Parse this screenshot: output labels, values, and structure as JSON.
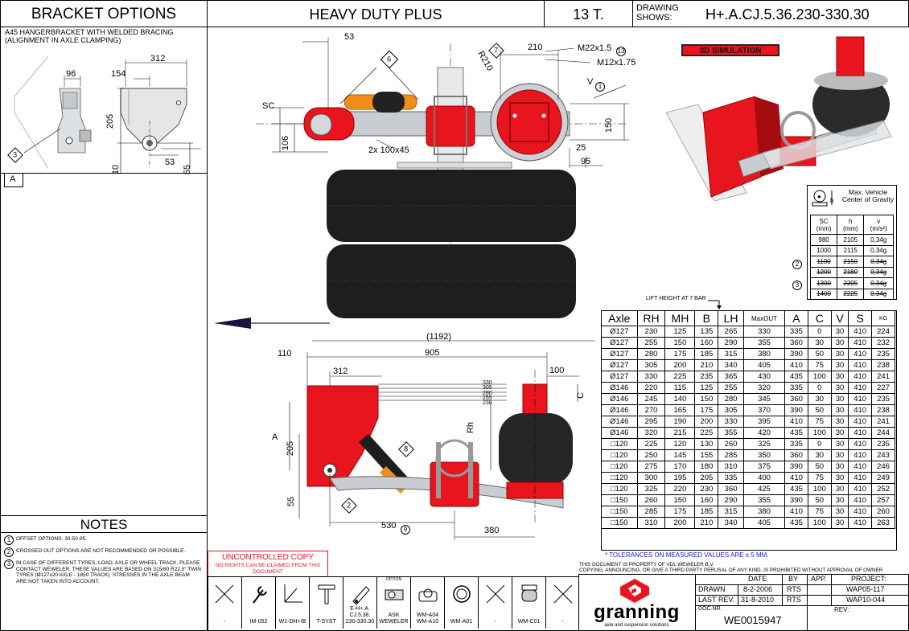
{
  "title_block": {
    "bracket_options": "BRACKET OPTIONS",
    "model": "HEAVY DUTY PLUS",
    "capacity": "13 T.",
    "drawing_shows_label": "DRAWING SHOWS:",
    "drawing_code": "H+.A.CJ.5.36.230-330.30"
  },
  "bracket": {
    "desc_line1": "A45 HANGERBRACKET WITH WELDED BRACING",
    "desc_line2": "(ALIGNMENT IN AXLE CLAMPING)",
    "label_a": "A",
    "dims": {
      "d312": "312",
      "d96": "96",
      "d154": "154",
      "d205": "205",
      "d10": "10",
      "d53": "53",
      "d55": "55",
      "d3": "3"
    }
  },
  "side_view": {
    "dims": {
      "d53": "53",
      "sc": "SC",
      "d106": "106",
      "bolt": "2x 100x45",
      "d210": "210",
      "r210": "R210",
      "m22": "M22x1.5",
      "m12": "M12x1.75",
      "v": "V",
      "d150": "150",
      "d25": "25",
      "d95": "95",
      "c6": "6",
      "c7": "7",
      "c13": "13",
      "c1": "1"
    }
  },
  "plan_view": {
    "dims": {
      "d1192": "(1192)",
      "d110": "110",
      "d905": "905",
      "d312": "312",
      "d100": "100",
      "d205": "205",
      "a": "A",
      "d55": "55",
      "d530": "530",
      "c9": "9",
      "d380": "380",
      "rh": "Rh",
      "c": "C",
      "c8": "8",
      "c2": "2",
      "heights": [
        "330",
        "305",
        "280",
        "255",
        "230"
      ]
    }
  },
  "simulation": {
    "label": "3D SIMULATION"
  },
  "cog_table": {
    "title": "Max. Vehicle Center of Gravity",
    "h_sym": "h",
    "headers": [
      "SC\n(mm)",
      "h\n(mm)",
      "v\n(m/s²)"
    ],
    "rows": [
      {
        "sc": "980",
        "h": "2105",
        "v": "0,34g",
        "struck": false,
        "note": ""
      },
      {
        "sc": "1000",
        "h": "2115",
        "v": "0,34g",
        "struck": false,
        "note": ""
      },
      {
        "sc": "1100",
        "h": "2150",
        "v": "0,34g",
        "struck": true,
        "note": "2"
      },
      {
        "sc": "1200",
        "h": "2180",
        "v": "0,34g",
        "struck": true,
        "note": ""
      },
      {
        "sc": "1300",
        "h": "2205",
        "v": "0,34g",
        "struck": true,
        "note": "3"
      },
      {
        "sc": "1400",
        "h": "2225",
        "v": "0,34g",
        "struck": true,
        "note": ""
      }
    ]
  },
  "lift_label": "LIFT HEIGHT AT 7 BAR",
  "spec_table": {
    "headers": [
      "Axle",
      "RH",
      "MH",
      "B",
      "LH",
      "MaxOUT",
      "A",
      "C",
      "V",
      "S",
      "KG"
    ],
    "groups": [
      [
        [
          "Ø127",
          "230",
          "125",
          "135",
          "265",
          "330",
          "335",
          "0",
          "30",
          "410",
          "224"
        ],
        [
          "Ø127",
          "255",
          "150",
          "160",
          "290",
          "355",
          "360",
          "30",
          "30",
          "410",
          "232"
        ],
        [
          "Ø127",
          "280",
          "175",
          "185",
          "315",
          "380",
          "390",
          "50",
          "30",
          "410",
          "235"
        ],
        [
          "Ø127",
          "305",
          "200",
          "210",
          "340",
          "405",
          "410",
          "75",
          "30",
          "410",
          "238"
        ],
        [
          "Ø127",
          "330",
          "225",
          "235",
          "365",
          "430",
          "435",
          "100",
          "30",
          "410",
          "241"
        ]
      ],
      [
        [
          "Ø146",
          "220",
          "115",
          "125",
          "255",
          "320",
          "335",
          "0",
          "30",
          "410",
          "227"
        ],
        [
          "Ø146",
          "245",
          "140",
          "150",
          "280",
          "345",
          "360",
          "30",
          "30",
          "410",
          "235"
        ],
        [
          "Ø146",
          "270",
          "165",
          "175",
          "305",
          "370",
          "390",
          "50",
          "30",
          "410",
          "238"
        ],
        [
          "Ø146",
          "295",
          "190",
          "200",
          "330",
          "395",
          "410",
          "75",
          "30",
          "410",
          "241"
        ],
        [
          "Ø146",
          "320",
          "215",
          "225",
          "355",
          "420",
          "435",
          "100",
          "30",
          "410",
          "244"
        ]
      ],
      [
        [
          "□120",
          "225",
          "120",
          "130",
          "260",
          "325",
          "335",
          "0",
          "30",
          "410",
          "235"
        ],
        [
          "□120",
          "250",
          "145",
          "155",
          "285",
          "350",
          "360",
          "30",
          "30",
          "410",
          "243"
        ],
        [
          "□120",
          "275",
          "170",
          "180",
          "310",
          "375",
          "390",
          "50",
          "30",
          "410",
          "246"
        ],
        [
          "□120",
          "300",
          "195",
          "205",
          "335",
          "400",
          "410",
          "75",
          "30",
          "410",
          "249"
        ],
        [
          "□120",
          "325",
          "220",
          "230",
          "360",
          "425",
          "435",
          "100",
          "30",
          "410",
          "252"
        ]
      ],
      [
        [
          "□150",
          "260",
          "150",
          "160",
          "290",
          "355",
          "390",
          "50",
          "30",
          "410",
          "257"
        ],
        [
          "□150",
          "285",
          "175",
          "185",
          "315",
          "380",
          "410",
          "75",
          "30",
          "410",
          "260"
        ],
        [
          "□150",
          "310",
          "200",
          "210",
          "340",
          "405",
          "435",
          "100",
          "30",
          "410",
          "263"
        ]
      ]
    ],
    "tolerance": "* TOLERANCES ON MEASURED VALUES ARE ± 5 MM."
  },
  "notes": {
    "title": "NOTES",
    "items": [
      {
        "num": "1",
        "text": "OFFSET OPTIONS: 30-50-95."
      },
      {
        "num": "2",
        "text": "CROSSED OUT OPTIONS ARE NOT RECOMMENDED OR POSSIBLE."
      },
      {
        "num": "3",
        "text": "IN CASE OF DIFFERENT TYRES, LOAD, AXLE OR WHEEL TRACK, PLEASE CONTACT WEWELER. THESE VALUES ARE BASED ON 315/80 R22.5\" TWIN TYRES (Ø127x20 AXLE - 1850 TRACK). STRESSES IN THE AXLE BEAM ARE NOT TAKEN INTO ACCOUNT."
      }
    ]
  },
  "stamp": {
    "line1": "UNCONTROLLED COPY",
    "line2": "NO RIGHTS CAN BE CLAIMED FROM THIS DOCUMENT"
  },
  "icon_strip": [
    {
      "label": "-",
      "icon": "not-applicable-icon",
      "top": ""
    },
    {
      "label": "IM-052",
      "icon": "wrench-icon",
      "top": ""
    },
    {
      "label": "W1-DH+/B",
      "icon": "force-graph-icon",
      "top": ""
    },
    {
      "label": "T-SYST",
      "icon": "t-system-icon",
      "top": ""
    },
    {
      "label": "E-H+.A.\nCJ.5.36.\n230-330.30",
      "icon": "bracket-icon",
      "top": ""
    },
    {
      "label": "ASK\nWEWELER",
      "icon": "option-icon",
      "top": "OPTION"
    },
    {
      "label": "WM-A04\nWM-A10",
      "icon": "axle-clamp-icon",
      "top": ""
    },
    {
      "label": "WM-A01",
      "icon": "axle-section-icon",
      "top": ""
    },
    {
      "label": "-",
      "icon": "not-applicable-icon",
      "top": ""
    },
    {
      "label": "WM-C01",
      "icon": "air-spring-icon",
      "top": ""
    },
    {
      "label": "-",
      "icon": "not-applicable-icon",
      "top": ""
    }
  ],
  "ownership": {
    "line1": "THIS DOCUMENT IS PROPERTY OF VDL WEWELER B.V.",
    "line2": "COPYING, ANNOUNCING, OR GIVE A THIRD PARTY PERUSAL OF ANY KIND, IS PROHIBITED WITHOUT APPROVAL OF OWNER"
  },
  "revision": {
    "date_h": "DATE",
    "by_h": "BY",
    "app_h": "APP.",
    "project_h": "PROJECT:",
    "drawn_l": "DRAWN",
    "drawn_date": "8-2-2006",
    "drawn_by": "RTS",
    "project1": "WAP05-117",
    "last_l": "LAST REV.",
    "last_date": "31-8-2010",
    "last_by": "RTS",
    "project2": "WAP10-044",
    "doc_l": "DOC.NR.",
    "doc_nr": "WE0015947",
    "rev_l": "REV:"
  },
  "logo": {
    "name": "granning",
    "tagline": "axle and suspension solutions"
  },
  "colors": {
    "red": "#e8141e",
    "tyre": "#1e1e1e",
    "grey": "#b9bec4"
  }
}
